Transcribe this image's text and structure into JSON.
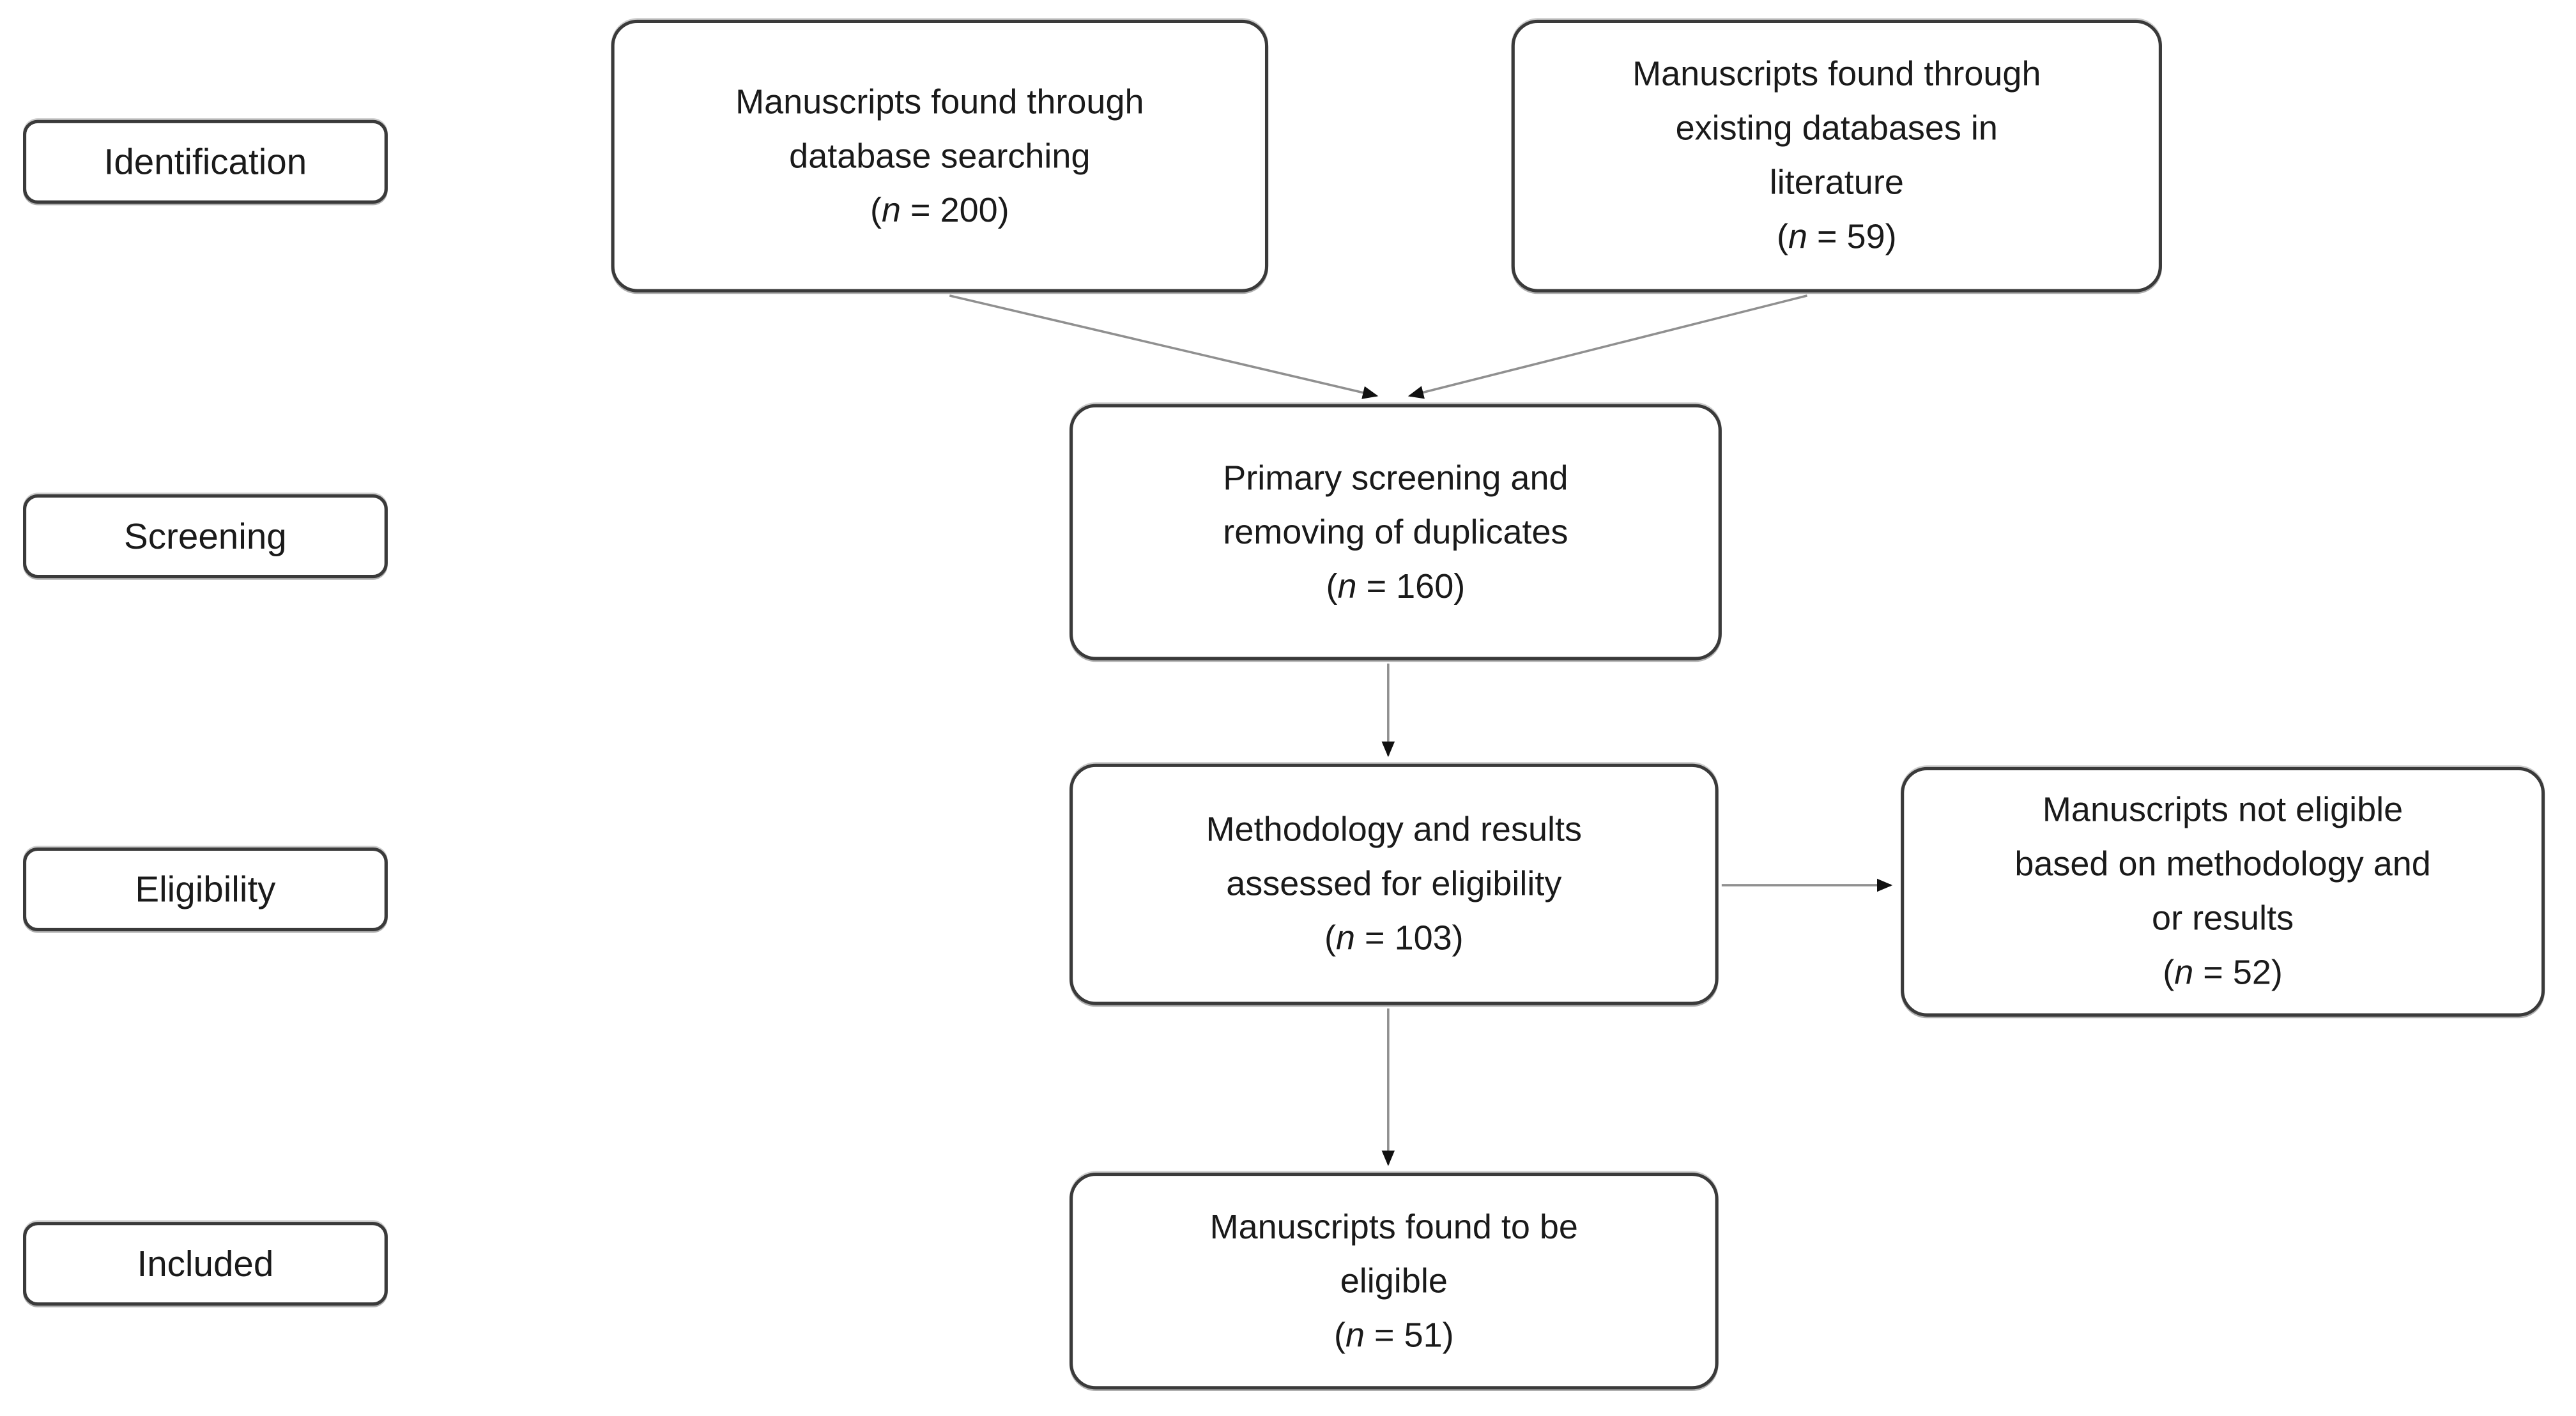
{
  "colors": {
    "background": "#ffffff",
    "box_border": "#3a3a3a",
    "text": "#1a1a1a",
    "arrow_line": "#909090",
    "arrow_head": "#111111"
  },
  "stages": [
    {
      "label": "Identification"
    },
    {
      "label": "Screening"
    },
    {
      "label": "Eligibility"
    },
    {
      "label": "Included"
    }
  ],
  "boxes": {
    "db_search": {
      "lines": [
        "Manuscripts found through",
        "database searching"
      ],
      "count": {
        "open": "(",
        "var": "n",
        "rest": " = 200)"
      }
    },
    "existing_db": {
      "lines": [
        "Manuscripts found through",
        "existing databases in",
        "literature"
      ],
      "count": {
        "open": "(",
        "var": "n",
        "rest": " = 59)"
      }
    },
    "primary_screening": {
      "lines": [
        "Primary screening and",
        "removing of duplicates"
      ],
      "count": {
        "open": "(",
        "var": "n",
        "rest": " = 160)"
      }
    },
    "methodology": {
      "lines": [
        "Methodology and results",
        "assessed for eligibility"
      ],
      "count": {
        "open": "(",
        "var": "n",
        "rest": " = 103)"
      }
    },
    "not_eligible": {
      "lines": [
        "Manuscripts not eligible",
        "based on methodology and",
        "or results"
      ],
      "count": {
        "open": "(",
        "var": "n",
        "rest": " = 52)"
      }
    },
    "eligible": {
      "lines": [
        "Manuscripts found to be",
        "eligible"
      ],
      "count": {
        "open": "(",
        "var": "n",
        "rest": " = 51)"
      }
    }
  }
}
